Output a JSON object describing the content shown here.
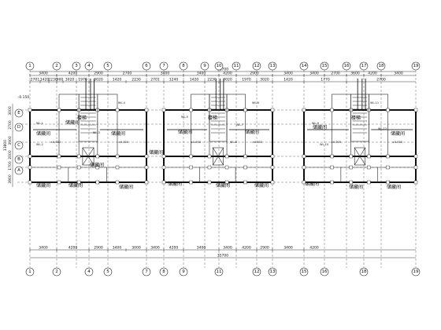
{
  "drawing": {
    "top_axes": [
      "1",
      "2",
      "3",
      "4",
      "5",
      "6",
      "7",
      "8",
      "9",
      "10",
      "11",
      "12",
      "13",
      "14",
      "15",
      "16",
      "17",
      "18",
      "19"
    ],
    "bottom_axes": [
      "1",
      "2",
      "4",
      "5",
      "7",
      "8",
      "9",
      "11",
      "12",
      "13",
      "15",
      "16",
      "18",
      "19"
    ],
    "left_axes": [
      "E",
      "D",
      "C",
      "B",
      "A"
    ],
    "top_dims_row1": [
      "3400",
      "4200",
      "2900",
      "2700",
      "3400",
      "3400",
      "4200",
      "2900",
      "3400",
      "3400",
      "2700",
      "3600",
      "4200",
      "3400"
    ],
    "top_dims_row2": [
      "2701",
      "1420",
      "2230",
      "900",
      "3020",
      "1970",
      "3020",
      "1420",
      "2230",
      "2701",
      "1240",
      "1420",
      "2230",
      "3020",
      "1970",
      "3020",
      "1420",
      "1770",
      "2700"
    ],
    "top_overall_dim": "35700",
    "bottom_dims_row1": [
      "3400",
      "4200",
      "2900",
      "3400",
      "3000",
      "3400",
      "4200",
      "3400",
      "3400",
      "4200",
      "2900",
      "3400",
      "4200"
    ],
    "bottom_overall_dim": "35700",
    "left_dims": [
      "3000",
      "2700",
      "3900",
      "2000",
      "1700",
      "3900"
    ],
    "left_overall_dim": "13800",
    "level_mark": "-0.150",
    "rooms": [
      {
        "label": "储藏间"
      },
      {
        "label": "储藏间"
      },
      {
        "label": "储藏间"
      },
      {
        "label": "储藏间"
      },
      {
        "label": "储藏间"
      },
      {
        "label": "储藏间"
      },
      {
        "label": "储藏间"
      },
      {
        "label": "储藏间"
      },
      {
        "label": "储藏间"
      },
      {
        "label": "储藏间"
      },
      {
        "label": "储藏间"
      },
      {
        "label": "储藏间"
      },
      {
        "label": "储藏间"
      },
      {
        "label": "储藏间"
      },
      {
        "label": "储藏间"
      },
      {
        "label": "储藏间"
      },
      {
        "label": "储藏间"
      },
      {
        "label": "储藏间"
      }
    ],
    "stair_labels": [
      "楼梯",
      "楼梯",
      "楼梯"
    ],
    "riser_tags": [
      "WL-1",
      "WL-2",
      "WL-3",
      "WL-4",
      "WL-5",
      "WL-6",
      "WL-7",
      "WL-8",
      "WL-9",
      "WL-10",
      "WL-11",
      "WL-12"
    ],
    "room_elev": [
      "±0.000",
      "±0.000",
      "±0.000",
      "±0.000",
      "±0.000",
      "±0.000"
    ]
  }
}
